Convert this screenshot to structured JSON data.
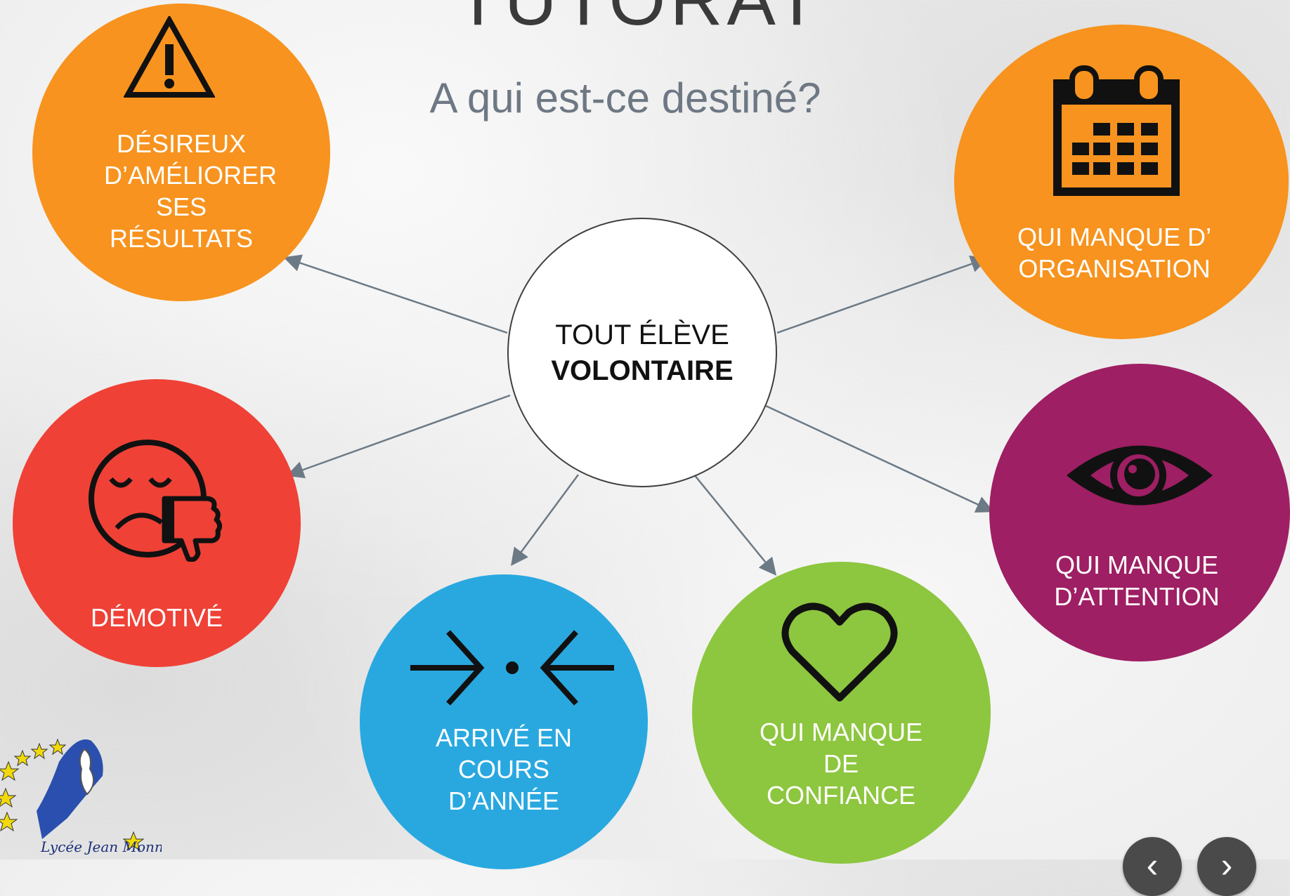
{
  "title": "TUTORAT",
  "subtitle": "A qui est-ce destiné?",
  "center": {
    "line1": "TOUT ÉLÈVE",
    "line2": "VOLONTAIRE"
  },
  "nodes": [
    {
      "id": "ameliorer",
      "icon": "warning-icon",
      "color": "#F7931E",
      "text": "DÉSIREUX D’AMÉLIORER SES RÉSULTATS"
    },
    {
      "id": "organisation",
      "icon": "calendar-icon",
      "color": "#F7931E",
      "text": "QUI MANQUE D’ ORGANISATION"
    },
    {
      "id": "demotive",
      "icon": "sad-thumbs-down-icon",
      "color": "#EF4136",
      "text": "DÉMOTIVÉ"
    },
    {
      "id": "attention",
      "icon": "eye-icon",
      "color": "#9E1F63",
      "text": "QUI MANQUE D’ATTENTION"
    },
    {
      "id": "arrive",
      "icon": "converging-arrows-icon",
      "color": "#29A8E0",
      "text": "ARRIVÉ EN COURS D’ANNÉE"
    },
    {
      "id": "confiance",
      "icon": "heart-icon",
      "color": "#8DC63F",
      "text": "QUI MANQUE DE CONFIANCE"
    }
  ],
  "logo": {
    "text": "Lycée Jean Monnet"
  },
  "navigation": {
    "prev_icon": "chevron-left-icon",
    "next_icon": "chevron-right-icon"
  }
}
